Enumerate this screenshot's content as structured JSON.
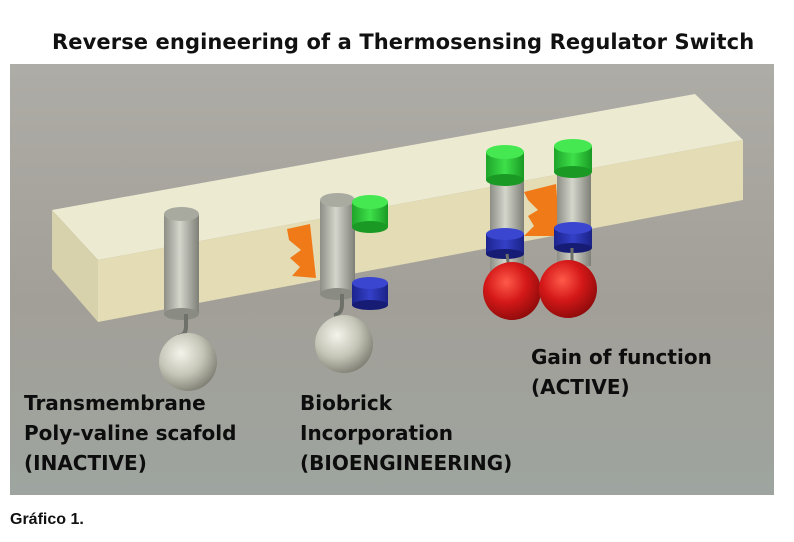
{
  "title": "Reverse engineering of a Thermosensing Regulator Switch",
  "labels": {
    "inactive": [
      "Transmembrane",
      "Poly-valine scafold",
      "(INACTIVE)"
    ],
    "bioengineering": [
      "Biobrick",
      "Incorporation",
      "(BIOENGINEERING)"
    ],
    "active": [
      "Gain of function",
      "(ACTIVE)"
    ]
  },
  "caption": "Gráfico 1.",
  "colors": {
    "background": "#a3a29c",
    "membrane": "#e6dfb8",
    "scaffold": "#b8bab0",
    "green_cap": "#2fcf3a",
    "blue_ring": "#2c36b8",
    "orange_piece": "#f07a18",
    "red_sphere": "#d81c1c",
    "grey_sphere": "#c4c4b8"
  }
}
